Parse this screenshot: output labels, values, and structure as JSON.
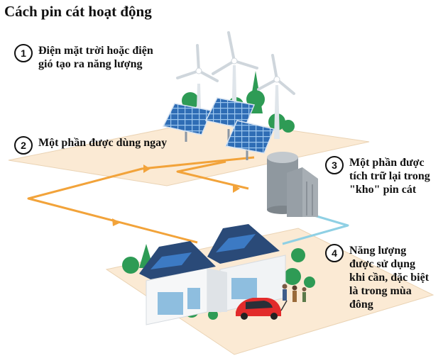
{
  "title": "Cách pin cát hoạt động",
  "steps": [
    {
      "number": "1",
      "text": "Điện mặt trời hoặc điện\ngió tạo ra năng lượng"
    },
    {
      "number": "2",
      "text": "Một phần được dùng ngay"
    },
    {
      "number": "3",
      "text": "Một phần được\ntích trữ lại trong\n\"kho\" pin cát"
    },
    {
      "number": "4",
      "text": "Năng lượng\nđược sử dụng\nkhi cần, đặc biệt\nlà trong mùa\nđông"
    }
  ],
  "colors": {
    "ground": "#fbead4",
    "energy_line": "#f2a33a",
    "stored_line": "#8fd0e4",
    "solar_panel": "#2f6db5",
    "roof": "#2a4a78",
    "car": "#e22b2b",
    "tree": "#2e9b55"
  }
}
